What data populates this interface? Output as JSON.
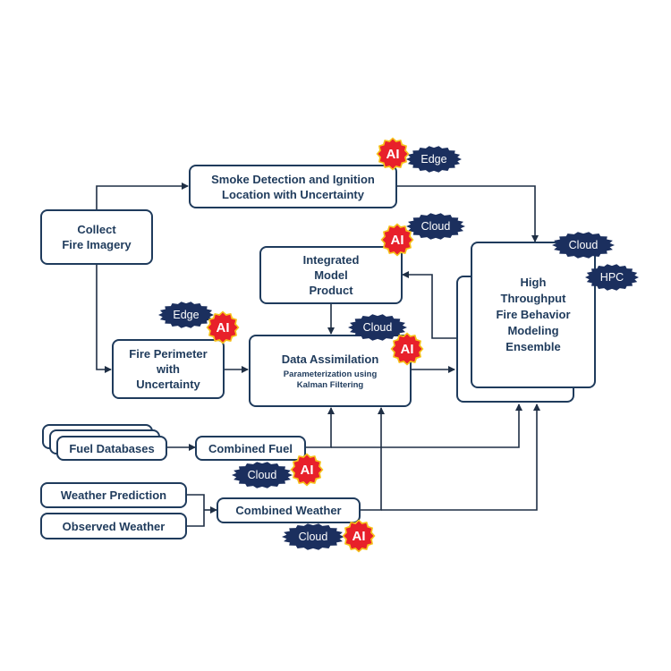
{
  "nodes": {
    "collect": [
      "Collect",
      "Fire Imagery"
    ],
    "smoke": [
      "Smoke Detection and Ignition",
      "Location with Uncertainty"
    ],
    "integrated": [
      "Integrated",
      "Model",
      "Product"
    ],
    "perimeter": [
      "Fire Perimeter",
      "with",
      "Uncertainty"
    ],
    "assimilation_title": "Data Assimilation",
    "assimilation_sub": [
      "Parameterization using",
      "Kalman Filtering"
    ],
    "ensemble": [
      "High",
      "Throughput",
      "Fire Behavior",
      "Modeling",
      "Ensemble"
    ],
    "fuel_db": "Fuel Databases",
    "combined_fuel": "Combined Fuel",
    "weather_prediction": "Weather Prediction",
    "observed_weather": "Observed Weather",
    "combined_weather": "Combined Weather"
  },
  "badges": {
    "ai": "AI",
    "edge": "Edge",
    "cloud": "Cloud",
    "hpc": "HPC"
  },
  "colors": {
    "navy": "#1f3b5c",
    "badge_navy": "#1b2f5e",
    "ai_red": "#e8202a",
    "ai_yellow": "#f6c21a",
    "line": "#1f2f45"
  }
}
